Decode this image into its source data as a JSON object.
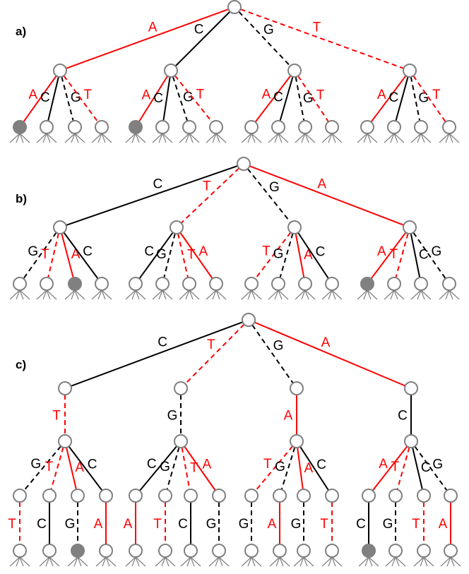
{
  "colors": {
    "red": "#ff0000",
    "black": "#000000",
    "node_border": "#808080",
    "node_filled": "#808080"
  },
  "panels": [
    {
      "id": "a",
      "label": "a)",
      "root_branches": [
        {
          "base": "A",
          "color": "red",
          "dash": false,
          "label_color": "red"
        },
        {
          "base": "C",
          "color": "black",
          "dash": false,
          "label_color": "black"
        },
        {
          "base": "G",
          "color": "black",
          "dash": true,
          "label_color": "black"
        },
        {
          "base": "T",
          "color": "red",
          "dash": true,
          "label_color": "red"
        }
      ],
      "groups": [
        {
          "children": [
            {
              "base": "A",
              "color": "red",
              "dash": false,
              "label_color": "red",
              "filled": true
            },
            {
              "base": "C",
              "color": "black",
              "dash": false,
              "label_color": "black",
              "filled": false
            },
            {
              "base": "G",
              "color": "black",
              "dash": true,
              "label_color": "black",
              "filled": false
            },
            {
              "base": "T",
              "color": "red",
              "dash": true,
              "label_color": "red",
              "filled": false
            }
          ]
        },
        {
          "children": [
            {
              "base": "A",
              "color": "red",
              "dash": false,
              "label_color": "red",
              "filled": true
            },
            {
              "base": "C",
              "color": "black",
              "dash": false,
              "label_color": "black",
              "filled": false
            },
            {
              "base": "G",
              "color": "black",
              "dash": true,
              "label_color": "black",
              "filled": false
            },
            {
              "base": "T",
              "color": "red",
              "dash": true,
              "label_color": "red",
              "filled": false
            }
          ]
        },
        {
          "children": [
            {
              "base": "A",
              "color": "red",
              "dash": false,
              "label_color": "red",
              "filled": false
            },
            {
              "base": "C",
              "color": "black",
              "dash": false,
              "label_color": "black",
              "filled": false
            },
            {
              "base": "G",
              "color": "black",
              "dash": true,
              "label_color": "black",
              "filled": false
            },
            {
              "base": "T",
              "color": "red",
              "dash": true,
              "label_color": "red",
              "filled": false
            }
          ]
        },
        {
          "children": [
            {
              "base": "A",
              "color": "red",
              "dash": false,
              "label_color": "red",
              "filled": false
            },
            {
              "base": "C",
              "color": "black",
              "dash": false,
              "label_color": "black",
              "filled": false
            },
            {
              "base": "G",
              "color": "black",
              "dash": true,
              "label_color": "black",
              "filled": false
            },
            {
              "base": "T",
              "color": "red",
              "dash": true,
              "label_color": "red",
              "filled": false
            }
          ]
        }
      ]
    },
    {
      "id": "b",
      "label": "b)",
      "root_branches": [
        {
          "base": "C",
          "color": "black",
          "dash": false,
          "label_color": "black"
        },
        {
          "base": "T",
          "color": "red",
          "dash": true,
          "label_color": "red"
        },
        {
          "base": "G",
          "color": "black",
          "dash": true,
          "label_color": "black"
        },
        {
          "base": "A",
          "color": "red",
          "dash": false,
          "label_color": "red"
        }
      ],
      "groups": [
        {
          "children": [
            {
              "base": "G",
              "color": "black",
              "dash": true,
              "label_color": "black",
              "filled": false
            },
            {
              "base": "T",
              "color": "red",
              "dash": true,
              "label_color": "red",
              "filled": false
            },
            {
              "base": "A",
              "color": "red",
              "dash": false,
              "label_color": "red",
              "filled": true
            },
            {
              "base": "C",
              "color": "black",
              "dash": false,
              "label_color": "black",
              "filled": false
            }
          ]
        },
        {
          "children": [
            {
              "base": "C",
              "color": "black",
              "dash": false,
              "label_color": "black",
              "filled": false
            },
            {
              "base": "G",
              "color": "black",
              "dash": true,
              "label_color": "black",
              "filled": false
            },
            {
              "base": "T",
              "color": "red",
              "dash": true,
              "label_color": "red",
              "filled": false
            },
            {
              "base": "A",
              "color": "red",
              "dash": false,
              "label_color": "red",
              "filled": false
            }
          ]
        },
        {
          "children": [
            {
              "base": "T",
              "color": "red",
              "dash": true,
              "label_color": "red",
              "filled": false
            },
            {
              "base": "G",
              "color": "black",
              "dash": true,
              "label_color": "black",
              "filled": false
            },
            {
              "base": "A",
              "color": "red",
              "dash": false,
              "label_color": "red",
              "filled": false
            },
            {
              "base": "C",
              "color": "black",
              "dash": false,
              "label_color": "black",
              "filled": false
            }
          ]
        },
        {
          "children": [
            {
              "base": "A",
              "color": "red",
              "dash": false,
              "label_color": "red",
              "filled": true
            },
            {
              "base": "T",
              "color": "red",
              "dash": true,
              "label_color": "red",
              "filled": false
            },
            {
              "base": "C",
              "color": "black",
              "dash": false,
              "label_color": "black",
              "filled": false
            },
            {
              "base": "G",
              "color": "black",
              "dash": true,
              "label_color": "black",
              "filled": false
            }
          ]
        }
      ]
    },
    {
      "id": "c",
      "label": "c)",
      "root_branches": [
        {
          "base": "C",
          "color": "black",
          "dash": false,
          "label_color": "black"
        },
        {
          "base": "T",
          "color": "red",
          "dash": true,
          "label_color": "red"
        },
        {
          "base": "G",
          "color": "black",
          "dash": true,
          "label_color": "black"
        },
        {
          "base": "A",
          "color": "red",
          "dash": false,
          "label_color": "red"
        }
      ],
      "groups": [
        {
          "stem": {
            "base": "T",
            "color": "red",
            "dash": true,
            "label_color": "red"
          },
          "children": [
            {
              "base": "G",
              "color": "black",
              "dash": true,
              "label_color": "black",
              "leaf": {
                "base": "T",
                "color": "red",
                "dash": true,
                "label_color": "red",
                "filled": false
              }
            },
            {
              "base": "T",
              "color": "red",
              "dash": true,
              "label_color": "red",
              "leaf": {
                "base": "C",
                "color": "black",
                "dash": false,
                "label_color": "black",
                "filled": false
              }
            },
            {
              "base": "A",
              "color": "red",
              "dash": false,
              "label_color": "red",
              "leaf": {
                "base": "G",
                "color": "black",
                "dash": true,
                "label_color": "black",
                "filled": true
              }
            },
            {
              "base": "C",
              "color": "black",
              "dash": false,
              "label_color": "black",
              "leaf": {
                "base": "A",
                "color": "red",
                "dash": false,
                "label_color": "red",
                "filled": false
              }
            }
          ]
        },
        {
          "stem": {
            "base": "G",
            "color": "black",
            "dash": true,
            "label_color": "black"
          },
          "children": [
            {
              "base": "C",
              "color": "black",
              "dash": false,
              "label_color": "black",
              "leaf": {
                "base": "A",
                "color": "red",
                "dash": false,
                "label_color": "red",
                "filled": false
              }
            },
            {
              "base": "G",
              "color": "black",
              "dash": true,
              "label_color": "black",
              "leaf": {
                "base": "T",
                "color": "red",
                "dash": true,
                "label_color": "red",
                "filled": false
              }
            },
            {
              "base": "T",
              "color": "red",
              "dash": true,
              "label_color": "red",
              "leaf": {
                "base": "C",
                "color": "black",
                "dash": false,
                "label_color": "black",
                "filled": false
              }
            },
            {
              "base": "A",
              "color": "red",
              "dash": false,
              "label_color": "red",
              "leaf": {
                "base": "G",
                "color": "black",
                "dash": true,
                "label_color": "black",
                "filled": false
              }
            }
          ]
        },
        {
          "stem": {
            "base": "A",
            "color": "red",
            "dash": false,
            "label_color": "red"
          },
          "children": [
            {
              "base": "T",
              "color": "red",
              "dash": true,
              "label_color": "red",
              "leaf": {
                "base": "G",
                "color": "black",
                "dash": true,
                "label_color": "black",
                "filled": false
              }
            },
            {
              "base": "G",
              "color": "black",
              "dash": true,
              "label_color": "black",
              "leaf": {
                "base": "A",
                "color": "red",
                "dash": false,
                "label_color": "red",
                "filled": false
              }
            },
            {
              "base": "A",
              "color": "red",
              "dash": false,
              "label_color": "red",
              "leaf": {
                "base": "G",
                "color": "black",
                "dash": true,
                "label_color": "black",
                "filled": false
              }
            },
            {
              "base": "C",
              "color": "black",
              "dash": false,
              "label_color": "black",
              "leaf": {
                "base": "T",
                "color": "red",
                "dash": true,
                "label_color": "red",
                "filled": false
              }
            }
          ]
        },
        {
          "stem": {
            "base": "C",
            "color": "black",
            "dash": false,
            "label_color": "black"
          },
          "children": [
            {
              "base": "A",
              "color": "red",
              "dash": false,
              "label_color": "red",
              "leaf": {
                "base": "C",
                "color": "black",
                "dash": false,
                "label_color": "black",
                "filled": true
              }
            },
            {
              "base": "T",
              "color": "red",
              "dash": true,
              "label_color": "red",
              "leaf": {
                "base": "G",
                "color": "black",
                "dash": true,
                "label_color": "black",
                "filled": false
              }
            },
            {
              "base": "C",
              "color": "black",
              "dash": false,
              "label_color": "black",
              "leaf": {
                "base": "T",
                "color": "red",
                "dash": true,
                "label_color": "red",
                "filled": false
              }
            },
            {
              "base": "G",
              "color": "black",
              "dash": true,
              "label_color": "black",
              "leaf": {
                "base": "A",
                "color": "red",
                "dash": false,
                "label_color": "red",
                "filled": false
              }
            }
          ]
        }
      ]
    }
  ]
}
